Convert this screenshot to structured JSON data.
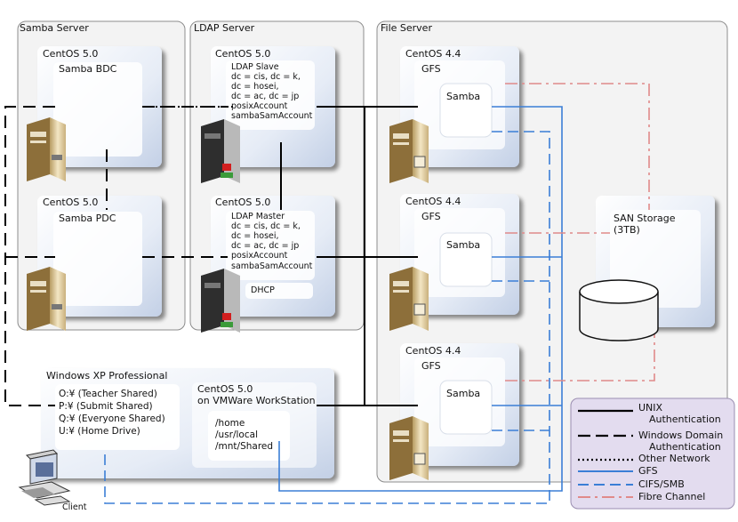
{
  "groups": {
    "samba_server": "Samba Server",
    "ldap_server": "LDAP Server",
    "file_server": "File Server"
  },
  "samba": {
    "bdc_os": "CentOS 5.0",
    "bdc_name": "Samba BDC",
    "pdc_os": "CentOS 5.0",
    "pdc_name": "Samba PDC"
  },
  "ldap": {
    "slave_os": "CentOS 5.0",
    "slave_lines": [
      "LDAP Slave",
      "dc = cis, dc = k,",
      "dc = hosei,",
      "dc = ac, dc = jp",
      "posixAccount",
      "sambaSamAccount"
    ],
    "master_os": "CentOS 5.0",
    "master_lines": [
      "LDAP Master",
      "dc = cis, dc = k,",
      "dc = hosei,",
      "dc = ac, dc = jp",
      "posixAccount",
      "sambaSamAccount"
    ],
    "dhcp": "DHCP"
  },
  "file": {
    "nodes": [
      {
        "os": "CentOS 4.4",
        "gfs": "GFS",
        "samba": "Samba"
      },
      {
        "os": "CentOS 4.4",
        "gfs": "GFS",
        "samba": "Samba"
      },
      {
        "os": "CentOS 4.4",
        "gfs": "GFS",
        "samba": "Samba"
      }
    ],
    "san_name": "SAN Storage",
    "san_size": "(3TB)"
  },
  "client": {
    "winxp": "Windows XP Professional",
    "drives": [
      "O:¥ (Teacher Shared)",
      "P:¥ (Submit Shared)",
      "Q:¥ (Everyone Shared)",
      "U:¥ (Home Drive)"
    ],
    "vm_os": "CentOS 5.0",
    "vm_name": "on VMWare WorkStation",
    "paths": [
      "/home",
      "/usr/local",
      "/mnt/Shared"
    ],
    "label": "Client"
  },
  "legend": {
    "items": [
      {
        "label": "UNIX",
        "label2": "Authentication",
        "style": "unix"
      },
      {
        "label": "Windows Domain",
        "label2": "Authentication",
        "style": "windows"
      },
      {
        "label": "Other Network",
        "label2": "",
        "style": "other"
      },
      {
        "label": "GFS",
        "label2": "",
        "style": "gfs"
      },
      {
        "label": "CIFS/SMB",
        "label2": "",
        "style": "cifs"
      },
      {
        "label": "Fibre Channel",
        "label2": "",
        "style": "fibre"
      }
    ]
  },
  "colors": {
    "gfs": "#3b7ed6",
    "cifs": "#3b7ed6",
    "fibre": "#e08a8a",
    "line": "#000000",
    "legend_bg": "#e3dcef"
  }
}
